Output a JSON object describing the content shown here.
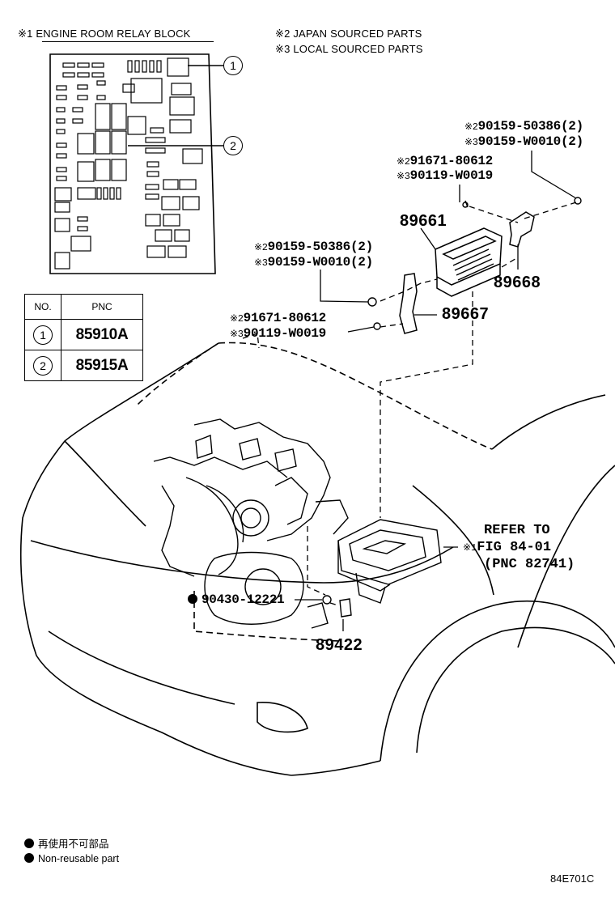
{
  "header": {
    "note1": "※1 ENGINE ROOM RELAY BLOCK",
    "note2": "※2 JAPAN SOURCED PARTS",
    "note3": "※3 LOCAL SOURCED PARTS"
  },
  "callouts": {
    "c1": "1",
    "c2": "2"
  },
  "pnc_table": {
    "col_no": "NO.",
    "col_pnc": "PNC",
    "rows": [
      {
        "no": "1",
        "pnc": "85910A"
      },
      {
        "no": "2",
        "pnc": "85915A"
      }
    ]
  },
  "parts": {
    "top_right_a_mark": "※2",
    "top_right_a": "90159-50386(2)",
    "top_right_b_mark": "※3",
    "top_right_b": "90159-W0010(2)",
    "mid_right_a_mark": "※2",
    "mid_right_a": "91671-80612",
    "mid_right_b_mark": "※3",
    "mid_right_b": "90119-W0019",
    "ecu": "89661",
    "bracket_right": "89668",
    "left_a_mark": "※2",
    "left_a": "90159-50386(2)",
    "left_b_mark": "※3",
    "left_b": "90159-W0010(2)",
    "bracket_left": "89667",
    "lower_a_mark": "※2",
    "lower_a": "91671-80612",
    "lower_b_mark": "※3",
    "lower_b": "90119-W0019",
    "gasket": "90430-12221",
    "sensor": "89422"
  },
  "reference": {
    "line1": "REFER TO",
    "line2_mark": "※1",
    "line2": "FIG 84-01",
    "line3": "(PNC 82741)"
  },
  "legend": {
    "jp": "再使用不可部品",
    "en": "Non-reusable part"
  },
  "figure_code": "84E701C"
}
